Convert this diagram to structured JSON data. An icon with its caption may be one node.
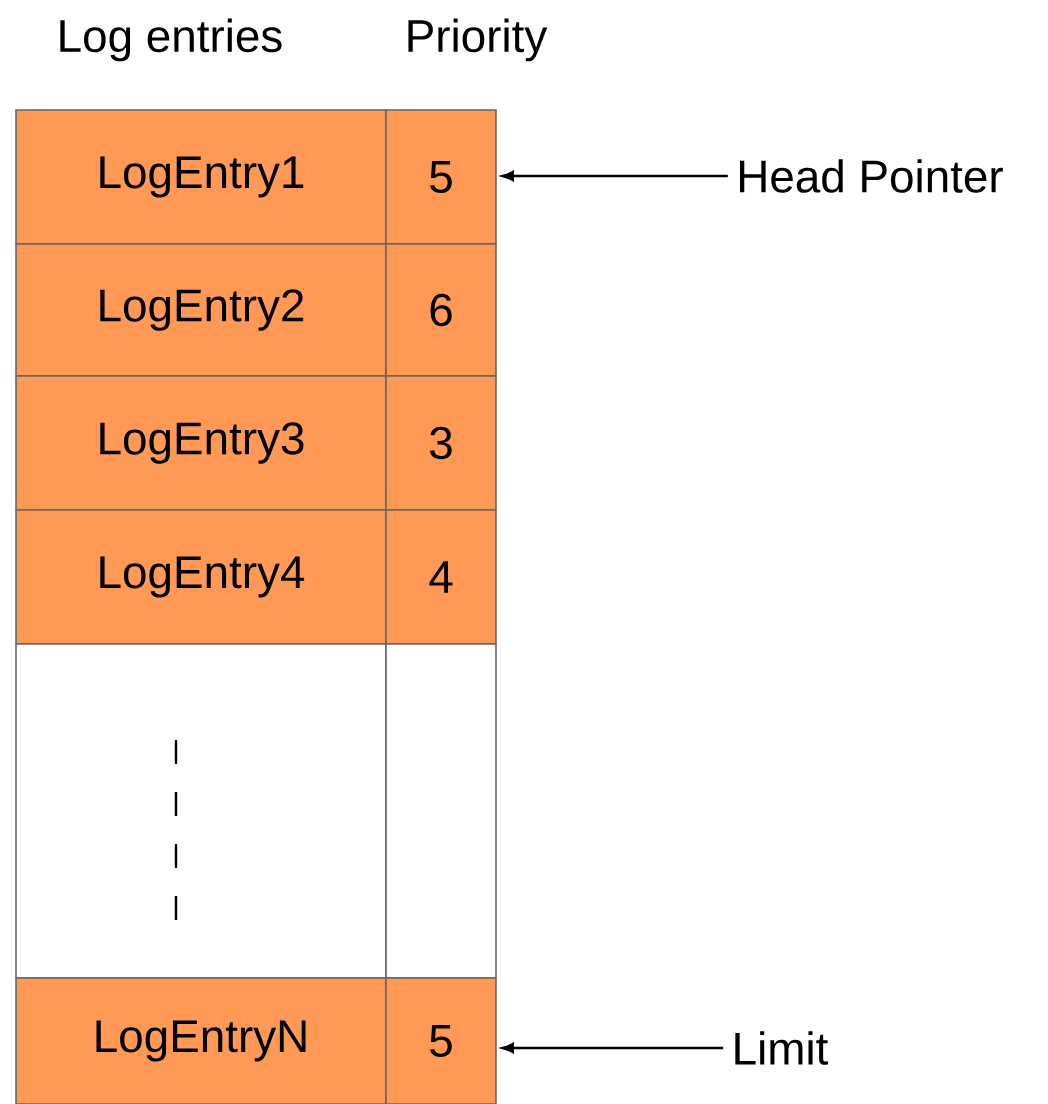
{
  "diagram": {
    "nodes": [
      {
        "text": [
          "LogEntry1"
        ]
      },
      {
        "text": [
          "5"
        ]
      },
      {
        "text": [
          "LogEntry2"
        ]
      },
      {
        "text": [
          "6"
        ]
      },
      {
        "text": [
          "LogEntry3"
        ]
      },
      {
        "text": [
          "3"
        ]
      },
      {
        "text": [
          "LogEntry4"
        ]
      },
      {
        "text": [
          "4"
        ]
      },
      {
        "text": [],
        "shape": "box"
      },
      {
        "text": [],
        "shape": "box"
      },
      {
        "text": [
          "LogEntryN"
        ]
      },
      {
        "text": [
          "5"
        ]
      },
      {
        "text": [
          "Head Pointer"
        ]
      },
      {
        "text": [
          "Limit"
        ]
      }
    ],
    "edges": [
      {
        "from": 12,
        "to": 1,
        "arrow": "to"
      },
      {
        "from": 13,
        "to": 11,
        "arrow": "to"
      }
    ],
    "labels": [
      "Log entries",
      "Priority"
    ]
  }
}
